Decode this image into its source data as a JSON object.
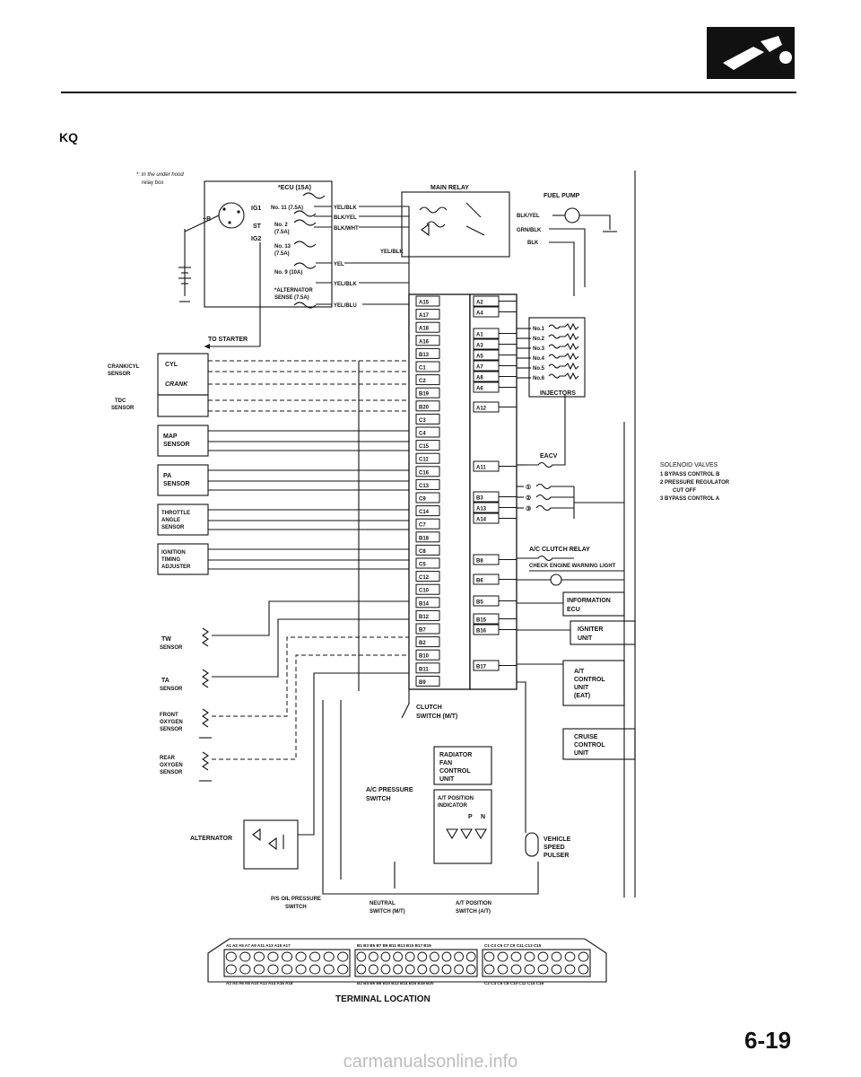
{
  "header": {
    "code": "KQ",
    "page_number": "6-19"
  },
  "notes": {
    "asterisk": "*: In the under hood",
    "asterisk2": "relay box"
  },
  "labels": {
    "ecu_fuse": "*ECU (15A)",
    "main_relay": "MAIN RELAY",
    "ig1": "IG1",
    "ig2": "IG2",
    "plus_b": "+B",
    "st": "ST",
    "fuse11": "No. 11 (7.5A)",
    "fuse2a": "No. 2",
    "fuse2b": "(7.5A)",
    "fuse13a": "No. 13",
    "fuse13b": "(7.5A)",
    "fuse9": "No. 9 (10A)",
    "alt_sense1": "*ALTERNATOR",
    "alt_sense2": "SENSE (7.5A)",
    "fuel_pump": "FUEL PUMP",
    "to_starter": "TO STARTER",
    "crank_sensor1": "CRANK/CYL",
    "crank_sensor2": "SENSOR",
    "cyl": "CYL",
    "crank": "CRANK",
    "tdc1": "TDC",
    "tdc2": "SENSOR",
    "map1": "MAP",
    "map2": "SENSOR",
    "pa1": "PA",
    "pa2": "SENSOR",
    "throttle1": "THROTTLE",
    "throttle2": "ANGLE",
    "throttle3": "SENSOR",
    "ign1": "IGNITION",
    "ign2": "TIMING",
    "ign3": "ADJUSTER",
    "tw1": "TW",
    "tw2": "SENSOR",
    "ta1": "TA",
    "ta2": "SENSOR",
    "fox1": "FRONT",
    "fox2": "OXYGEN",
    "fox3": "SENSOR",
    "rox1": "REAR",
    "rox2": "OXYGEN",
    "rox3": "SENSOR",
    "alternator": "ALTERNATOR",
    "injectors": "INJECTORS",
    "eacv": "EACV",
    "sol_title": "SOLENOID VALVES",
    "sol1": "1  BYPASS CONTROL B",
    "sol2": "2  PRESSURE REGULATOR",
    "sol2b": "CUT OFF",
    "sol3": "3  BYPASS CONTROL A",
    "ac_clutch": "A/C CLUTCH RELAY",
    "cel": "CHECK ENGINE WARNING LIGHT",
    "info1": "INFORMATION",
    "info2": "ECU",
    "igniter1": "IGNITER",
    "igniter2": "UNIT",
    "at1": "A/T",
    "at2": "CONTROL",
    "at3": "UNIT",
    "at4": "(EAT)",
    "clutch1": "CLUTCH",
    "clutch2": "SWITCH (M/T)",
    "cruise1": "CRUISE",
    "cruise2": "CONTROL",
    "cruise3": "UNIT",
    "rad1": "RADIATOR",
    "rad2": "FAN",
    "rad3": "CONTROL",
    "rad4": "UNIT",
    "acp1": "A/C PRESSURE",
    "acp2": "SWITCH",
    "atpi1": "A/T POSITION",
    "atpi2": "INDICATOR",
    "p": "P",
    "n": "N",
    "vss1": "VEHICLE",
    "vss2": "SPEED",
    "vss3": "PULSER",
    "ps1": "P/S OIL PRESSURE",
    "ps2": "SWITCH",
    "neutral1": "NEUTRAL",
    "neutral2": "SWITCH (M/T)",
    "atpos1": "A/T POSITION",
    "atpos2": "SWITCH (A/T)",
    "terminal_location": "TERMINAL LOCATION",
    "watermark": "carmanualsonline.info"
  },
  "wire_colors": {
    "w1": "YEL/BLK",
    "w2": "BLK/YEL",
    "w3": "BLK/WHT",
    "w4": "YEL/BLK",
    "w5": "YEL",
    "w6": "YEL/BLK",
    "w7": "YEL/BLU",
    "w8": "BLK/YEL",
    "w9": "GRN/BLK",
    "w10": "BLK"
  },
  "injector_labels": [
    "No.1",
    "No.2",
    "No.3",
    "No.4",
    "No.5",
    "No.6"
  ],
  "solenoid_numbers": [
    "①",
    "②",
    "③"
  ],
  "ecu_left_terminals": [
    "A15",
    "A17",
    "A18",
    "A16",
    "B13",
    "C1",
    "C2",
    "B19",
    "B20",
    "C3",
    "C4",
    "C15",
    "C11",
    "C16",
    "C13",
    "C9",
    "C14",
    "C7",
    "B18",
    "C8",
    "C5",
    "C12",
    "C10",
    "B14",
    "B12",
    "B7",
    "B2",
    "B10",
    "B11",
    "B9"
  ],
  "ecu_right_terminals": [
    "A2",
    "A4",
    "A1",
    "A3",
    "A5",
    "A7",
    "A8",
    "A6",
    "A12",
    "A11",
    "B3",
    "A13",
    "A14",
    "B8",
    "B6",
    "B5",
    "B15",
    "B16",
    "B17"
  ],
  "connector_headers_top": [
    "A1 A3 A5 A7 A9 A11 A13 A15 A17",
    "B1 B3 B5 B7 B9 B11 B13 B15 B17 B19",
    "C1 C3 C5 C7 C9 C11 C13 C15"
  ],
  "connector_headers_bottom": [
    "A2 A4 A6 A8 A10 A12 A14 A16 A18",
    "B2 B4 B6 B8 B10 B12 B14 B16 B18 B20",
    "C2 C4 C6 C8 C10 C12 C14 C16"
  ],
  "connector_pins": [
    9,
    10,
    8
  ]
}
